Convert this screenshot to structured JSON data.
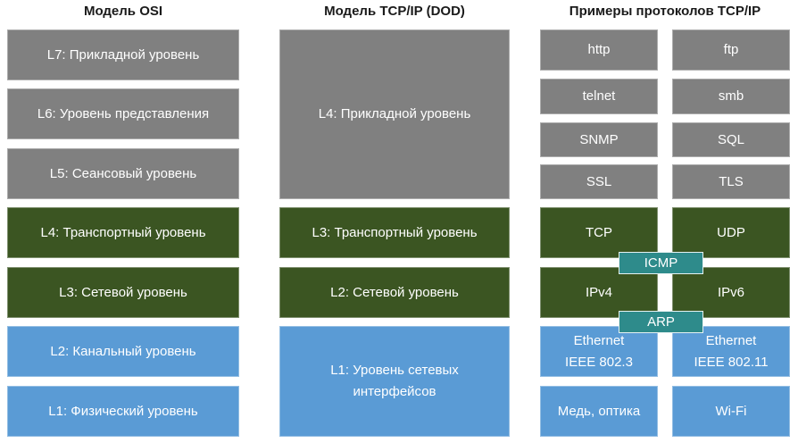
{
  "headers": {
    "osi": "Модель OSI",
    "tcpip": "Модель TCP/IP (DOD)",
    "examples": "Примеры протоколов TCP/IP"
  },
  "colors": {
    "gray": "#808080",
    "green": "#3b5522",
    "blue": "#5a9bd5",
    "teal": "#2e8b8b"
  },
  "osi": {
    "l7": "L7: Прикладной уровень",
    "l6": "L6: Уровень представления",
    "l5": "L5: Сеансовый уровень",
    "l4": "L4: Транспортный уровень",
    "l3": "L3: Сетевой уровень",
    "l2": "L2: Канальный уровень",
    "l1": "L1: Физический уровень"
  },
  "tcpip": {
    "l4": "L4: Прикладной уровень",
    "l3": "L3: Транспортный уровень",
    "l2": "L2: Сетевой уровень",
    "l1": "L1: Уровень сетевых\nинтерфейсов"
  },
  "protocols": {
    "http": "http",
    "ftp": "ftp",
    "telnet": "telnet",
    "smb": "smb",
    "snmp": "SNMP",
    "sql": "SQL",
    "ssl": "SSL",
    "tls": "TLS",
    "tcp": "TCP",
    "udp": "UDP",
    "icmp": "ICMP",
    "ipv4": "IPv4",
    "ipv6": "IPv6",
    "arp": "ARP",
    "ethernet_8023": "Ethernet\nIEEE 802.3",
    "ethernet_80211": "Ethernet\nIEEE 802.11",
    "copper_optics": "Медь, оптика",
    "wifi": "Wi-Fi"
  }
}
